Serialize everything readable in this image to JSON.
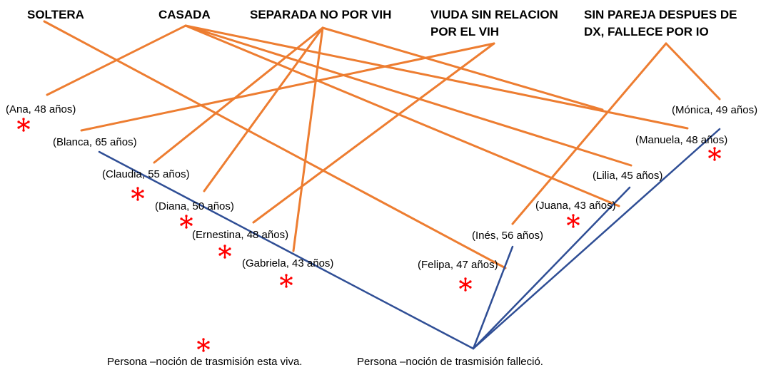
{
  "categories": [
    {
      "id": "soltera",
      "lines": [
        "SOLTERA"
      ]
    },
    {
      "id": "casada",
      "lines": [
        "CASADA"
      ]
    },
    {
      "id": "separada",
      "lines": [
        "SEPARADA NO POR VIH"
      ]
    },
    {
      "id": "viuda",
      "lines": [
        "VIUDA SIN RELACION",
        "POR EL VIH"
      ]
    },
    {
      "id": "sinpareja",
      "lines": [
        "SIN PAREJA DESPUES DE",
        "DX, FALLECE POR IO"
      ]
    }
  ],
  "persons": [
    {
      "id": "ana",
      "label": "(Ana, 48 años)",
      "alive": true
    },
    {
      "id": "blanca",
      "label": "(Blanca, 65 años)",
      "alive": false
    },
    {
      "id": "claudia",
      "label": "(Claudia, 55 años)",
      "alive": true
    },
    {
      "id": "diana",
      "label": "(Diana, 50  años)",
      "alive": true
    },
    {
      "id": "ernestina",
      "label": "(Ernestina, 48 años)",
      "alive": true
    },
    {
      "id": "gabriela",
      "label": "(Gabriela, 43 años)",
      "alive": true
    },
    {
      "id": "felipa",
      "label": "(Felipa, 47 años)",
      "alive": true
    },
    {
      "id": "ines",
      "label": "(Inés, 56 años)",
      "alive": false
    },
    {
      "id": "juana",
      "label": "(Juana, 43 años)",
      "alive": true
    },
    {
      "id": "lilia",
      "label": "(Lilia, 45 años)",
      "alive": false
    },
    {
      "id": "manuela",
      "label": "(Manuela, 48 años)",
      "alive": true
    },
    {
      "id": "monica",
      "label": "(Mónica, 49 años)",
      "alive": false
    }
  ],
  "links": [
    {
      "category": "soltera",
      "person": "felipa"
    },
    {
      "category": "casada",
      "person": "ana"
    },
    {
      "category": "casada",
      "person": "juana"
    },
    {
      "category": "casada",
      "person": "lilia"
    },
    {
      "category": "casada",
      "person": "manuela"
    },
    {
      "category": "separada",
      "person": "claudia"
    },
    {
      "category": "separada",
      "person": "diana"
    },
    {
      "category": "separada",
      "person": "gabriela"
    },
    {
      "category": "separada",
      "person": "monica"
    },
    {
      "category": "viuda",
      "person": "blanca"
    },
    {
      "category": "viuda",
      "person": "ernestina"
    },
    {
      "category": "sinpareja",
      "person": "ines"
    },
    {
      "category": "sinpareja",
      "person": "monica"
    }
  ],
  "deceased_lines": [
    "blanca",
    "ines",
    "lilia",
    "monica"
  ],
  "legend": {
    "alive_text": "Persona –noción de trasmisión esta viva.",
    "deceased_text": "Persona –noción de trasmisión falleció."
  },
  "colors": {
    "category_link": "#ED7D31",
    "deceased_link": "#2F4E95",
    "alive_marker": "#FF0000"
  }
}
